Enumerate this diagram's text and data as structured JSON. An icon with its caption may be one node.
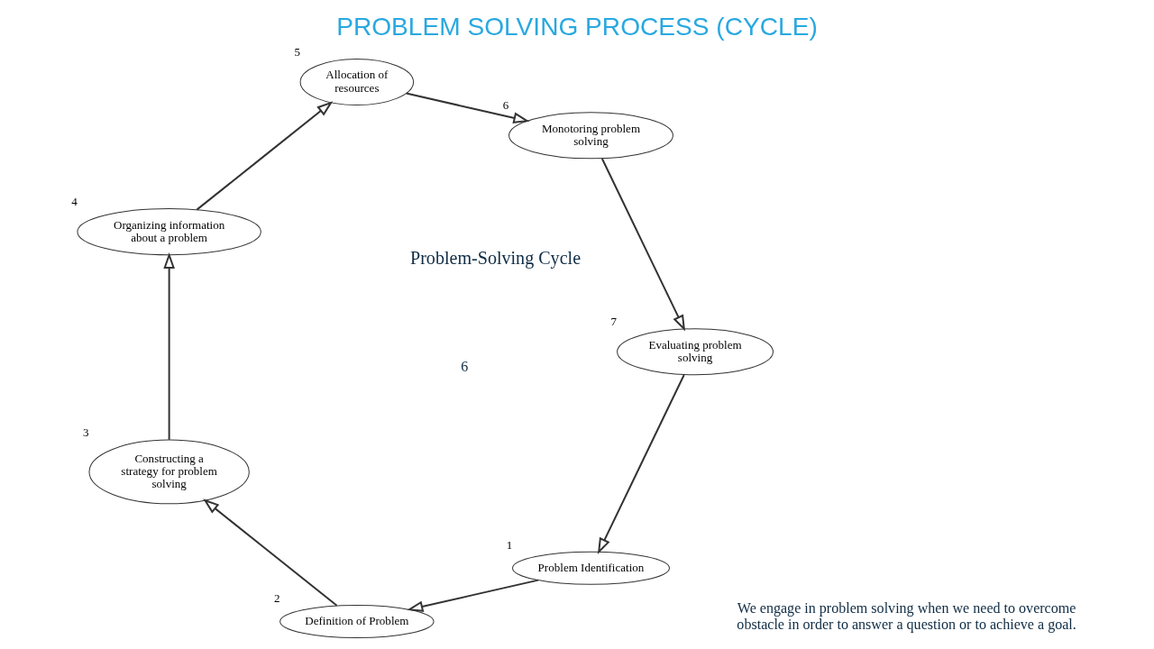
{
  "diagram": {
    "title": "PROBLEM SOLVING PROCESS (CYCLE)",
    "nodes": [
      {
        "text": [
          "Problem Identification"
        ],
        "beside": [
          "1"
        ]
      },
      {
        "text": [
          "Definition of Problem"
        ],
        "beside": [
          "2"
        ]
      },
      {
        "text": [
          "Constructing a strategy for problem solving"
        ],
        "beside": [
          "3"
        ]
      },
      {
        "text": [
          "Organizing information about a problem"
        ],
        "beside": [
          "4"
        ]
      },
      {
        "text": [
          "Allocation of resources"
        ],
        "beside": [
          "5"
        ]
      },
      {
        "text": [
          "Monotoring problem solving"
        ],
        "beside": [
          "6"
        ]
      },
      {
        "text": [
          "Evaluating problem solving"
        ],
        "beside": [
          "7"
        ]
      }
    ],
    "edges": [
      {
        "from": 0,
        "to": 1,
        "arrow": "to"
      },
      {
        "from": 1,
        "to": 2,
        "arrow": "to"
      },
      {
        "from": 2,
        "to": 3,
        "arrow": "to"
      },
      {
        "from": 3,
        "to": 4,
        "arrow": "to"
      },
      {
        "from": 4,
        "to": 5,
        "arrow": "to"
      },
      {
        "from": 5,
        "to": 6,
        "arrow": "to"
      },
      {
        "from": 6,
        "to": 0,
        "arrow": "to"
      }
    ],
    "labels": [
      "We engage in problem solving when we need to overcome obstacle in order to answer a question or to achieve a goal.",
      "Problem-Solving Cycle",
      "6"
    ]
  }
}
